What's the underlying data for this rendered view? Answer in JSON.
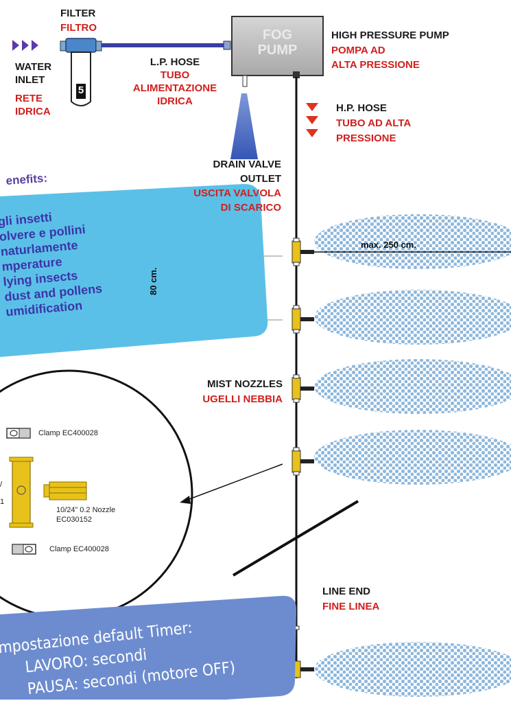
{
  "water_inlet": {
    "en_line1": "WATER",
    "en_line2": "INLET",
    "it_line1": "RETE",
    "it_line2": "IDRICA"
  },
  "filter": {
    "en": "FILTER",
    "it": "FILTRO",
    "cartridge_number": "5"
  },
  "lp_hose": {
    "en": "L.P. HOSE",
    "it_line1": "TUBO",
    "it_line2": "ALIMENTAZIONE",
    "it_line3": "IDRICA"
  },
  "pump": {
    "line1": "FOG",
    "line2": "PUMP"
  },
  "hp_pump": {
    "en": "HIGH PRESSURE PUMP",
    "it_line1": "POMPA AD",
    "it_line2": "ALTA PRESSIONE"
  },
  "hp_hose": {
    "en": "H.P. HOSE",
    "it_line1": "TUBO AD ALTA",
    "it_line2": "PRESSIONE"
  },
  "drain": {
    "en_line1": "DRAIN VALVE",
    "en_line2": "OUTLET",
    "it_line1": "USCITA VALVOLA",
    "it_line2": "DI SCARICO"
  },
  "benefits": {
    "title": "enefits:",
    "lines": [
      "gli insetti",
      "olvere e pollini",
      "naturlamente",
      "mperature",
      "lying insects",
      "dust and pollens",
      "umidification"
    ]
  },
  "spacing": {
    "vertical_label": "80 cm.",
    "horizontal_label": "max. 250 cm."
  },
  "mist": {
    "en": "MIST NOZZLES",
    "it": "UGELLI NEBBIA"
  },
  "detail": {
    "clamp_top": "Clamp EC400028",
    "nozzle_line1": "10/24” 0.2 Nozzle",
    "nozzle_line2": "EC030152",
    "clamp_bottom": "Clamp EC400028",
    "cut_char_1": "/",
    "cut_char_2": "1"
  },
  "line_end": {
    "en": "LINE END",
    "it": "FINE LINEA"
  },
  "timer": {
    "line1": "mpostazione default Timer:",
    "line2": "LAVORO: secondi",
    "line3": "PAUSA: secondi (motore OFF)"
  },
  "colors": {
    "red": "#d0201e",
    "blue_panel": "#5bc0e8",
    "timer_panel": "#6d8ccf",
    "mist": "#9ec3e0",
    "nozzle": "#e8c21a"
  }
}
